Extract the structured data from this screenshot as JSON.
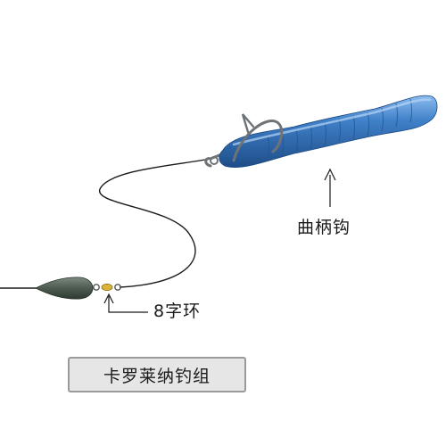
{
  "title": "卡罗莱纳钓组",
  "labels": {
    "hook": "曲柄钩",
    "swivel": "8字环"
  },
  "colors": {
    "worm": "#3a78c0",
    "worm_highlight": "#7fb0e8",
    "worm_shadow": "#1f4f8a",
    "sinker": "#4a5a4e",
    "bead": "#d8b23a",
    "line": "#1a1a1a",
    "hook": "#6e7378",
    "title_box_fill": "#e6e6e6",
    "title_box_border": "#9a9a9a"
  }
}
